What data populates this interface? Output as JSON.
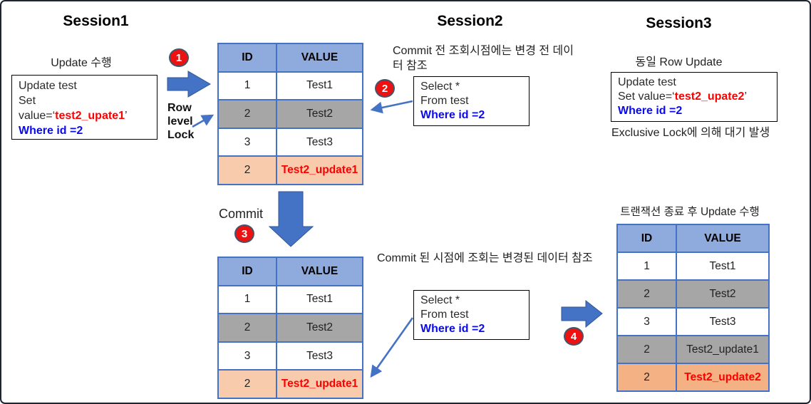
{
  "colors": {
    "header_blue": "#8FAADC",
    "table_border": "#4472C4",
    "arrow_blue": "#4472C4",
    "arrow_edge": "#2F5597",
    "row_gray": "#A6A6A6",
    "row_orange_light": "#F7CBAC",
    "row_orange": "#F4B183",
    "badge_red": "#EE1111",
    "text_red": "#FF0000",
    "text_blue": "#0A0AEE"
  },
  "session1": {
    "title": "Session1",
    "action_label": "Update 수행",
    "step_badge": "1",
    "row_lock_label": "Row level Lock",
    "sql_box": {
      "l1": "Update test",
      "l2": "Set",
      "l3_pre": "value=‘",
      "l3_red": "test2_upate1",
      "l3_post": "’",
      "l4": "Where id =2"
    }
  },
  "session2": {
    "title": "Session2",
    "note": "Commit 전 조회시점에는 변경 전 데이터 참조",
    "step_badge": "2",
    "select_box": {
      "l1": "Select *",
      "l2": "From test",
      "l3": "Where id =2"
    }
  },
  "session3": {
    "title": "Session3",
    "action_label": "동일 Row Update",
    "wait_note": "Exclusive Lock에 의해 대기 발생",
    "sql_box": {
      "l1": "Update test",
      "l2_pre": "Set value=‘",
      "l2_red": "test2_upate2",
      "l2_post": "’",
      "l3": "Where id =2"
    }
  },
  "commit": {
    "label": "Commit",
    "step_badge": "3"
  },
  "post_commit": {
    "note": "Commit 된 시점에 조회는 변경된 데이터 참조",
    "step_badge": "4",
    "select_box": {
      "l1": "Select *",
      "l2": "From test",
      "l3": "Where id =2"
    }
  },
  "final_table_title": "트랜잭션 종료 후 Update 수행",
  "tables": {
    "table1": {
      "headers": [
        "ID",
        "VALUE"
      ],
      "rows": [
        {
          "id": "1",
          "value": "Test1",
          "bg": "white",
          "highlight": false
        },
        {
          "id": "2",
          "value": "Test2",
          "bg": "gray",
          "highlight": false
        },
        {
          "id": "3",
          "value": "Test3",
          "bg": "white",
          "highlight": false
        },
        {
          "id": "2",
          "value": "Test2_update1",
          "bg": "orange-light",
          "highlight": true
        }
      ]
    },
    "table2": {
      "headers": [
        "ID",
        "VALUE"
      ],
      "rows": [
        {
          "id": "1",
          "value": "Test1",
          "bg": "white",
          "highlight": false
        },
        {
          "id": "2",
          "value": "Test2",
          "bg": "gray",
          "highlight": false
        },
        {
          "id": "3",
          "value": "Test3",
          "bg": "white",
          "highlight": false
        },
        {
          "id": "2",
          "value": "Test2_update1",
          "bg": "orange-light",
          "highlight": true
        }
      ]
    },
    "table3": {
      "headers": [
        "ID",
        "VALUE"
      ],
      "rows": [
        {
          "id": "1",
          "value": "Test1",
          "bg": "white",
          "highlight": false
        },
        {
          "id": "2",
          "value": "Test2",
          "bg": "gray",
          "highlight": false
        },
        {
          "id": "3",
          "value": "Test3",
          "bg": "white",
          "highlight": false
        },
        {
          "id": "2",
          "value": "Test2_update1",
          "bg": "gray",
          "highlight": false
        },
        {
          "id": "2",
          "value": "Test2_update2",
          "bg": "orange",
          "highlight": true
        }
      ]
    }
  }
}
